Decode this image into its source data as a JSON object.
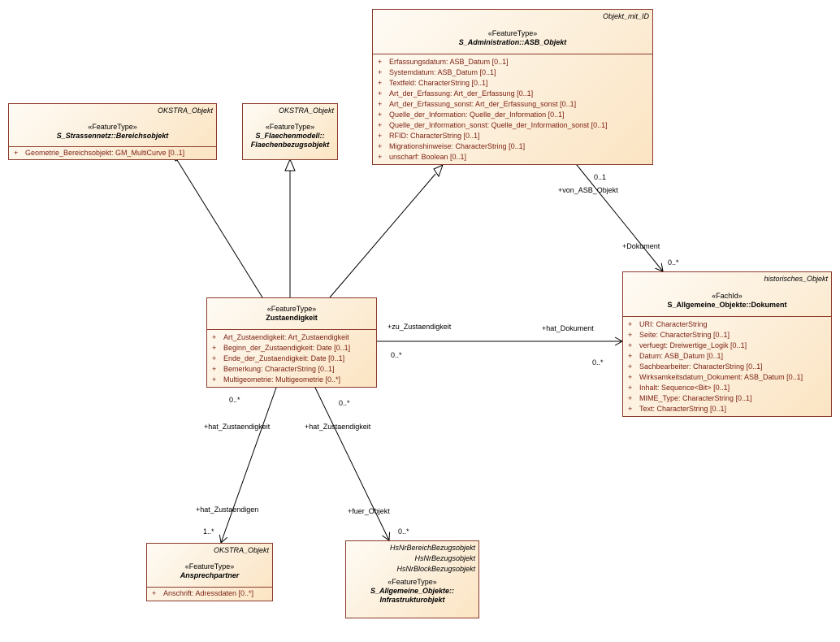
{
  "classes": {
    "asb": {
      "tag": "Objekt_mit_ID",
      "stereotype": "«FeatureType»",
      "name": "S_Administration::ASB_Objekt",
      "attributes": [
        {
          "vis": "+",
          "text": "Erfassungsdatum: ASB_Datum [0..1]"
        },
        {
          "vis": "+",
          "text": "Systemdatum: ASB_Datum [0..1]"
        },
        {
          "vis": "+",
          "text": "Textfeld: CharacterString [0..1]"
        },
        {
          "vis": "+",
          "text": "Art_der_Erfassung: Art_der_Erfassung [0..1]"
        },
        {
          "vis": "+",
          "text": "Art_der_Erfassung_sonst: Art_der_Erfassung_sonst [0..1]"
        },
        {
          "vis": "+",
          "text": "Quelle_der_Information: Quelle_der_Information [0..1]"
        },
        {
          "vis": "+",
          "text": "Quelle_der_Information_sonst: Quelle_der_Information_sonst [0..1]"
        },
        {
          "vis": "+",
          "text": "RFID: CharacterString [0..1]"
        },
        {
          "vis": "+",
          "text": "Migrationshinweise: CharacterString [0..1]"
        },
        {
          "vis": "+",
          "text": "unscharf: Boolean [0..1]"
        }
      ]
    },
    "bereich": {
      "tag": "OKSTRA_Objekt",
      "stereotype": "«FeatureType»",
      "name": "S_Strassennetz::Bereichsobjekt",
      "attributes": [
        {
          "vis": "+",
          "text": "Geometrie_Bereichsobjekt: GM_MultiCurve [0..1]"
        }
      ]
    },
    "flaeche": {
      "tag": "OKSTRA_Objekt",
      "stereotype": "«FeatureType»",
      "name_line1": "S_Flaechenmodell::",
      "name_line2": "Flaechenbezugsobjekt"
    },
    "zust": {
      "stereotype": "«FeatureType»",
      "name": "Zustaendigkeit",
      "attributes": [
        {
          "vis": "+",
          "text": "Art_Zustaendigkeit: Art_Zustaendigkeit"
        },
        {
          "vis": "+",
          "text": "Beginn_der_Zustaendigkeit: Date [0..1]"
        },
        {
          "vis": "+",
          "text": "Ende_der_Zustaendigkeit: Date [0..1]"
        },
        {
          "vis": "+",
          "text": "Bemerkung: CharacterString [0..1]"
        },
        {
          "vis": "+",
          "text": "Multigeometrie: Multigeometrie [0..*]"
        }
      ]
    },
    "dok": {
      "tag": "historisches_Objekt",
      "stereotype": "«FachId»",
      "name": "S_Allgemeine_Objekte::Dokument",
      "attributes": [
        {
          "vis": "+",
          "text": "URI: CharacterString"
        },
        {
          "vis": "+",
          "text": "Seite: CharacterString [0..1]"
        },
        {
          "vis": "+",
          "text": "verfuegt: Dreiwertige_Logik [0..1]"
        },
        {
          "vis": "+",
          "text": "Datum: ASB_Datum [0..1]"
        },
        {
          "vis": "+",
          "text": "Sachbearbeiter: CharacterString [0..1]"
        },
        {
          "vis": "+",
          "text": "Wirksamkeitsdatum_Dokument: ASB_Datum [0..1]"
        },
        {
          "vis": "+",
          "text": "Inhalt: Sequence<Bit> [0..1]"
        },
        {
          "vis": "+",
          "text": "MIME_Type: CharacterString [0..1]"
        },
        {
          "vis": "+",
          "text": "Text: CharacterString [0..1]"
        }
      ]
    },
    "ansp": {
      "tag": "OKSTRA_Objekt",
      "stereotype": "«FeatureType»",
      "name": "Ansprechpartner",
      "attributes": [
        {
          "vis": "+",
          "text": "Anschrift: Adressdaten [0..*]"
        }
      ]
    },
    "infra": {
      "tags": [
        "HsNrBereichBezugsobjekt",
        "HsNrBezugsobjekt",
        "HsNrBlockBezugsobjekt"
      ],
      "stereotype": "«FeatureType»",
      "name_line1": "S_Allgemeine_Objekte::",
      "name_line2": "Infrastrukturobjekt"
    }
  },
  "labels": {
    "asb_mult": "0..1",
    "von_asb_objekt": "+von_ASB_Objekt",
    "dokument_role": "+Dokument",
    "dok_mult_top": "0..*",
    "zu_zustaendigkeit": "+zu_Zustaendigkeit",
    "zu_mult": "0..*",
    "hat_dokument": "+hat_Dokument",
    "hat_dok_mult": "0..*",
    "zust_mult_left": "0..*",
    "zust_mult_right": "0..*",
    "hat_zust_left": "+hat_Zustaendigkeit",
    "hat_zust_right": "+hat_Zustaendigkeit",
    "hat_zustaendigen": "+hat_Zustaendigen",
    "ansp_mult": "1..*",
    "fuer_objekt": "+fuer_Objekt",
    "infra_mult": "0..*"
  }
}
